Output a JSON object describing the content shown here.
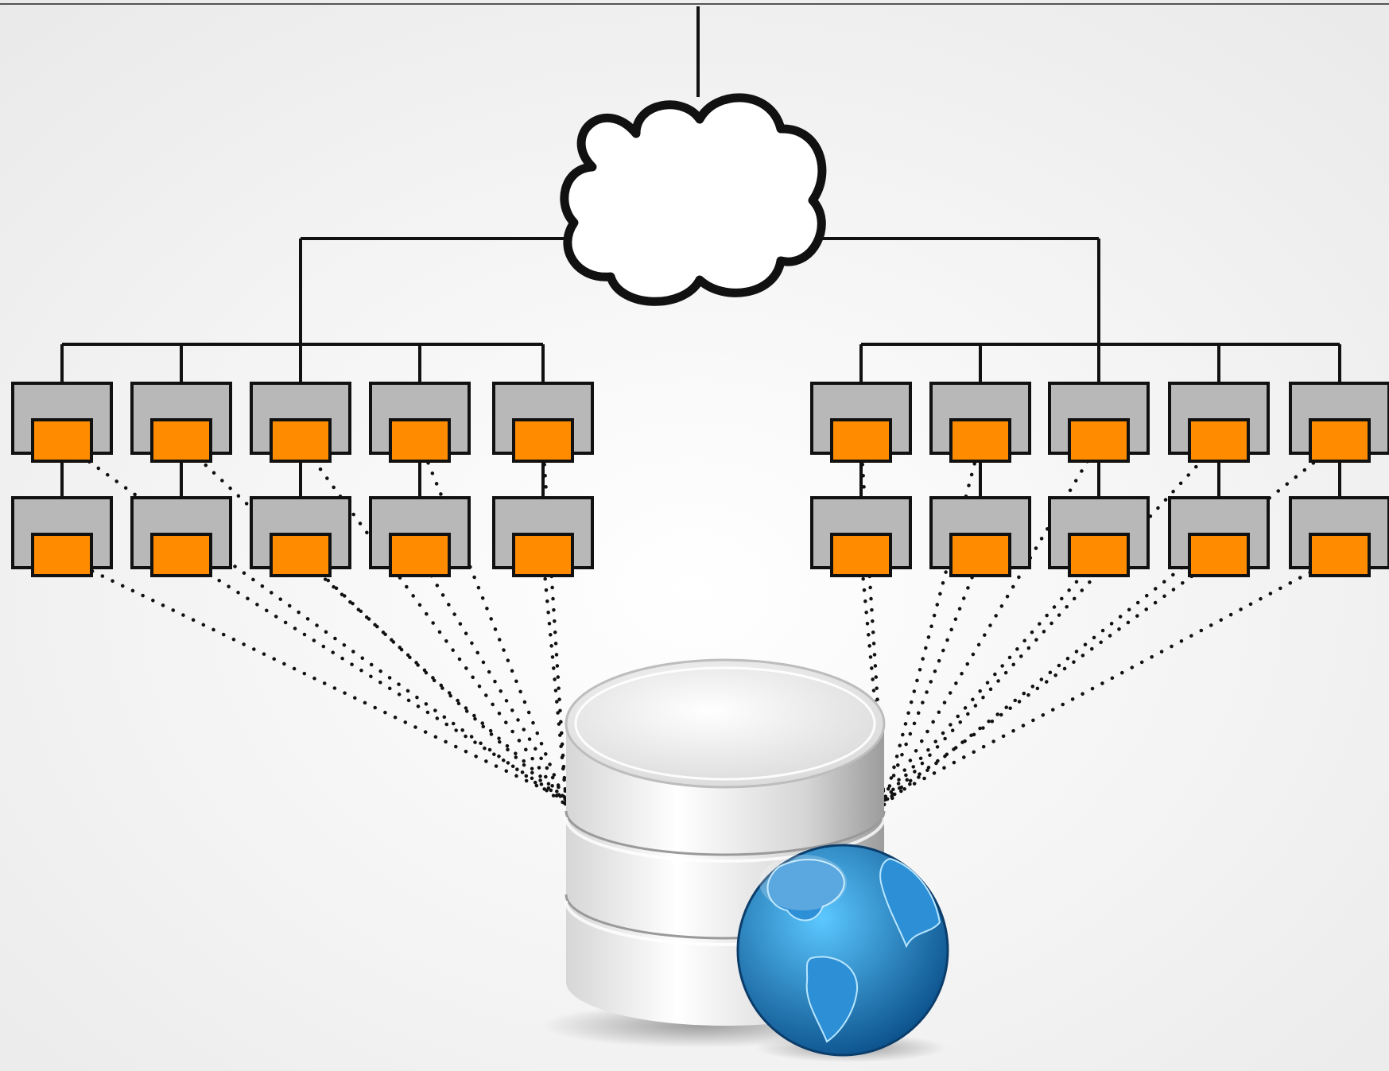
{
  "diagram": {
    "topology": "cloud-to-two-node-clusters-with-shared-database",
    "colors": {
      "background_inner": "#ffffff",
      "background_outer": "#e9e9e9",
      "wire": "#111111",
      "cloud_fill": "#ffffff",
      "node_outer": "#b8b8b8",
      "node_inner": "#ff8c00",
      "db_light": "#ffffff",
      "db_mid": "#d6d6d6",
      "db_dark": "#9c9c9c",
      "globe_light": "#5cc8ff",
      "globe_dark": "#0a4f8a",
      "land": "#2d8fd6"
    },
    "icons": {
      "network": "cloud-icon",
      "storage": "database-icon",
      "web": "globe-icon",
      "node": "server-node-icon"
    },
    "clusters": [
      {
        "id": "left",
        "side": "left",
        "columns": 5,
        "rows": 2
      },
      {
        "id": "right",
        "side": "right",
        "columns": 5,
        "rows": 2
      }
    ]
  }
}
